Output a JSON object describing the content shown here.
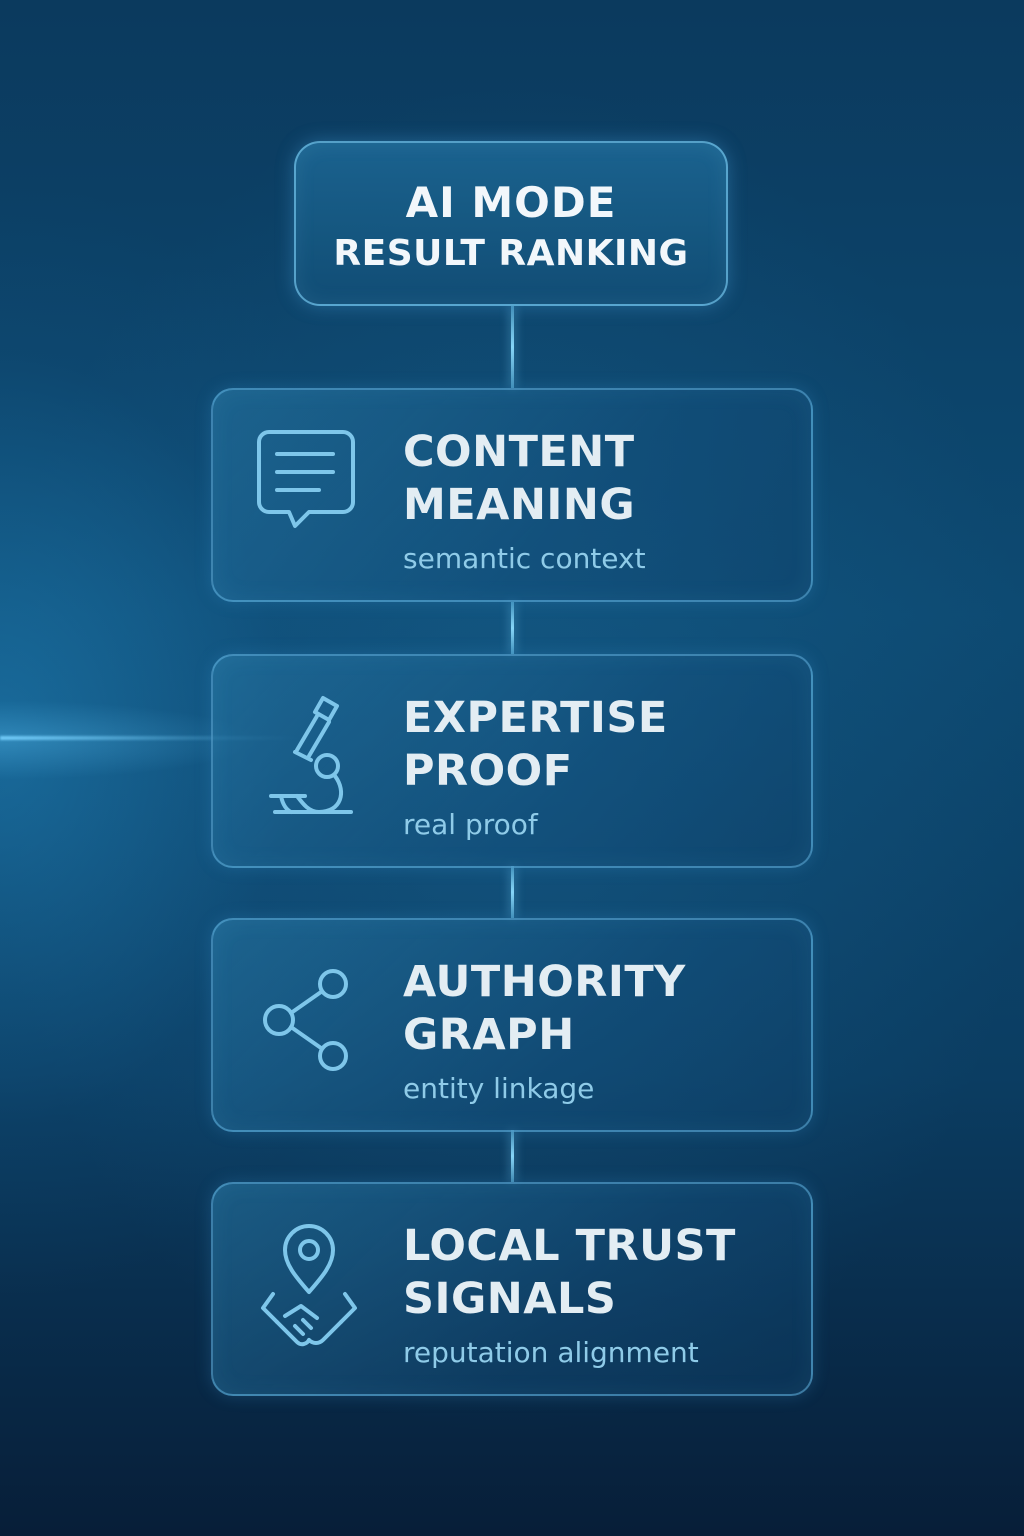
{
  "header": {
    "line1": "AI MODE",
    "line2": "RESULT RANKING"
  },
  "cards": [
    {
      "title_line1": "CONTENT",
      "title_line2": "MEANING",
      "subtitle": "semantic context",
      "icon": "chat-bubble-icon"
    },
    {
      "title_line1": "EXPERTISE",
      "title_line2": "PROOF",
      "subtitle": "real proof",
      "icon": "microscope-icon"
    },
    {
      "title_line1": "AUTHORITY",
      "title_line2": "GRAPH",
      "subtitle": "entity linkage",
      "icon": "share-nodes-icon"
    },
    {
      "title_line1": "LOCAL TRUST",
      "title_line2": "SIGNALS",
      "subtitle": "reputation alignment",
      "icon": "location-handshake-icon"
    }
  ],
  "colors": {
    "background": "#0d4a72",
    "accent": "#7ec6ea",
    "title_text": "#e3edf3",
    "subtitle_text": "#8fcbe8"
  }
}
